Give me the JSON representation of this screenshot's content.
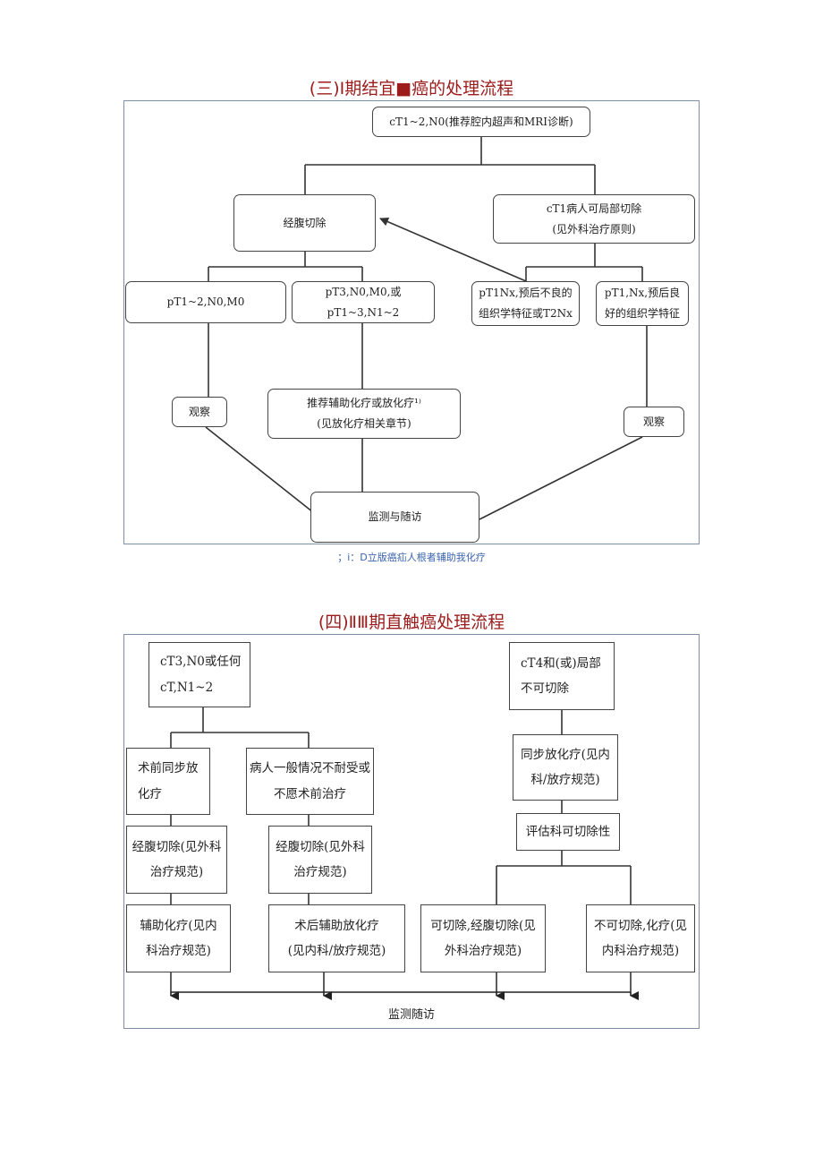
{
  "section3": {
    "title": "(三)Ⅰ期结宜■癌的处理流程",
    "caption": "；i：D立版癌疝人根者辅助我化疗",
    "nodes": {
      "start": "cT1~2,N0(推荐腔内超声和MRI诊断)",
      "abdominal": "经腹切除",
      "local": "cT1病人可局部切除\n(见外科治疗原则)",
      "pt12": "pT1~2,N0,M0",
      "pt3": "pT3,N0,M0,或\npT1~3,N1~2",
      "pt1nx_bad": "pT1Nx,预后不良的\n组织学特征或T2Nx",
      "pt1nx_good": "pT1,Nx,预后良\n好的组织学特征",
      "observe_left": "观察",
      "adjuvant": "推荐辅助化疗或放化疗¹⁾\n(见放化疗相关章节)",
      "observe_right": "观察",
      "monitor": "监测与随访"
    }
  },
  "section4": {
    "title": "(四)ⅡⅢ期直触癌处理流程",
    "nodes": {
      "start_left": "cT3,N0或任何\ncT,N1~2",
      "start_right": "cT4和(或)局部\n不可切除",
      "preop_chemo": "术前同步放\n化疗",
      "intolerant": "病人一般情况不耐受或\n不愿术前治疗",
      "sync_chemo": "同步放化疗(见内\n科/放疗规范)",
      "abd_resect_1": "经腹切除(见外科\n治疗规范)",
      "abd_resect_2": "经腹切除(见外科\n治疗规范)",
      "assess": "评估科可切除性",
      "adj_chemo": "辅助化疗(见内\n科治疗规范)",
      "postop_chemo": "术后辅助放化疗\n(见内科/放疗规范)",
      "resectable": "可切除,经腹切除(见\n外科治疗规范)",
      "unresectable": "不可切除,化疗(见\n内科治疗规范)",
      "monitor": "监测随访"
    }
  }
}
